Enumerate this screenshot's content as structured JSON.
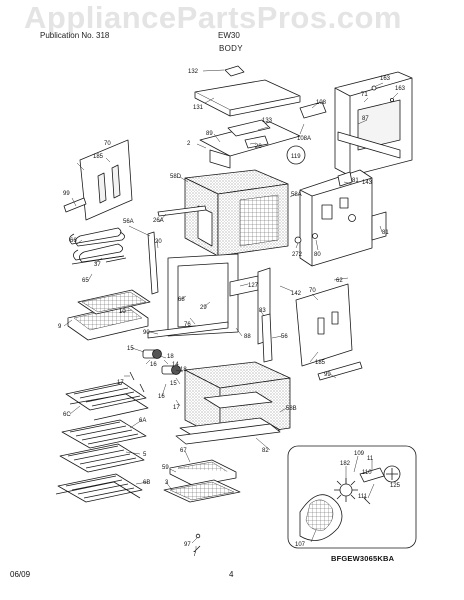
{
  "watermark": "AppliancePartsPros.com",
  "header": {
    "left_text": "Publication No. 318",
    "model": "EW30",
    "section": "BODY"
  },
  "diagram_code": "BFGEW3065KBA",
  "footer": {
    "date": "06/09",
    "page": "4"
  },
  "callouts": [
    {
      "id": "132"
    },
    {
      "id": "131"
    },
    {
      "id": "163"
    },
    {
      "id": "163b",
      "label": "163"
    },
    {
      "id": "71"
    },
    {
      "id": "108"
    },
    {
      "id": "87"
    },
    {
      "id": "108A"
    },
    {
      "id": "133"
    },
    {
      "id": "89"
    },
    {
      "id": "2"
    },
    {
      "id": "28"
    },
    {
      "id": "119"
    },
    {
      "id": "185"
    },
    {
      "id": "70"
    },
    {
      "id": "58D"
    },
    {
      "id": "81"
    },
    {
      "id": "143"
    },
    {
      "id": "58A"
    },
    {
      "id": "99"
    },
    {
      "id": "26A"
    },
    {
      "id": "56A"
    },
    {
      "id": "81b",
      "label": "81"
    },
    {
      "id": "20"
    },
    {
      "id": "272"
    },
    {
      "id": "80"
    },
    {
      "id": "66"
    },
    {
      "id": "37"
    },
    {
      "id": "62"
    },
    {
      "id": "127"
    },
    {
      "id": "65"
    },
    {
      "id": "142"
    },
    {
      "id": "70b",
      "label": "70"
    },
    {
      "id": "68"
    },
    {
      "id": "29"
    },
    {
      "id": "83"
    },
    {
      "id": "76"
    },
    {
      "id": "10"
    },
    {
      "id": "9"
    },
    {
      "id": "88"
    },
    {
      "id": "90"
    },
    {
      "id": "56"
    },
    {
      "id": "15"
    },
    {
      "id": "18"
    },
    {
      "id": "16"
    },
    {
      "id": "14"
    },
    {
      "id": "17"
    },
    {
      "id": "185b",
      "label": "185"
    },
    {
      "id": "18b",
      "label": "18"
    },
    {
      "id": "15b",
      "label": "15"
    },
    {
      "id": "16b",
      "label": "16"
    },
    {
      "id": "17b",
      "label": "17"
    },
    {
      "id": "99b",
      "label": "99"
    },
    {
      "id": "6C"
    },
    {
      "id": "6A"
    },
    {
      "id": "58B"
    },
    {
      "id": "5"
    },
    {
      "id": "6B"
    },
    {
      "id": "82"
    },
    {
      "id": "67"
    },
    {
      "id": "59"
    },
    {
      "id": "3"
    },
    {
      "id": "97"
    },
    {
      "id": "7"
    },
    {
      "id": "182"
    },
    {
      "id": "109"
    },
    {
      "id": "11"
    },
    {
      "id": "110"
    },
    {
      "id": "111"
    },
    {
      "id": "125"
    },
    {
      "id": "107"
    }
  ],
  "colors": {
    "line": "#1a1a1a",
    "fill": "#ffffff",
    "texture": "#9a9a9a",
    "watermark": "#e4e4e4"
  }
}
